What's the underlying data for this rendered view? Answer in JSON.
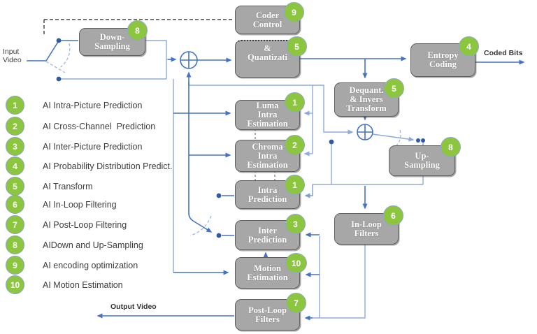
{
  "diagram": {
    "labels": {
      "input_video": "Input\nVideo",
      "output_video": "Output Video",
      "coded_bits": "Coded Bits"
    },
    "blocks": [
      {
        "id": "down-sampling",
        "label": "Down-\nSampling",
        "badge": "8"
      },
      {
        "id": "coder-control",
        "label": "Coder\nControl",
        "badge": "9"
      },
      {
        "id": "transform-quant",
        "label": "&\nQuantizati",
        "badge": "5"
      },
      {
        "id": "entropy-coding",
        "label": "Entropy\nCoding",
        "badge": "4"
      },
      {
        "id": "dequant",
        "label": "Dequant.\n& Invers\nTransform",
        "badge": "5"
      },
      {
        "id": "luma-intra-est",
        "label": "Luma\nIntra\nEstimation",
        "badge": "1"
      },
      {
        "id": "chroma-intra-est",
        "label": "Chroma\nIntra\nEstimation",
        "badge": "2"
      },
      {
        "id": "intra-prediction",
        "label": "Intra\nPrediction",
        "badge": "1"
      },
      {
        "id": "up-sampling",
        "label": "Up-\nSampling",
        "badge": "8"
      },
      {
        "id": "inter-prediction",
        "label": "Inter\nPrediction",
        "badge": "3"
      },
      {
        "id": "in-loop-filters",
        "label": "In-Loop\nFilters",
        "badge": "6"
      },
      {
        "id": "motion-estimation",
        "label": "Motion\nEstimation",
        "badge": "10"
      },
      {
        "id": "post-loop-filters",
        "label": "Post-Loop\nFilters",
        "badge": "7"
      }
    ],
    "legend": [
      {
        "num": "1",
        "text": "AI Intra-Picture Prediction"
      },
      {
        "num": "2",
        "text": "AI Cross-Channel  Prediction"
      },
      {
        "num": "3",
        "text": "AI Inter-Picture Prediction"
      },
      {
        "num": "4",
        "text": "AI Probability Distribution Predict."
      },
      {
        "num": "5",
        "text": "AI Transform"
      },
      {
        "num": "6",
        "text": "AI In-Loop Filtering"
      },
      {
        "num": "7",
        "text": "AI Post-Loop Filtering"
      },
      {
        "num": "8",
        "text": "AIDown and Up-Sampling"
      },
      {
        "num": "9",
        "text": "AI encoding optimization"
      },
      {
        "num": "10",
        "text": "AI Motion Estimation"
      }
    ],
    "colors": {
      "block_fill": "#a7a7a7",
      "badge_green": "#8CC63F",
      "wire_blue": "#4472C4",
      "wire_light": "#8FAADC"
    }
  }
}
